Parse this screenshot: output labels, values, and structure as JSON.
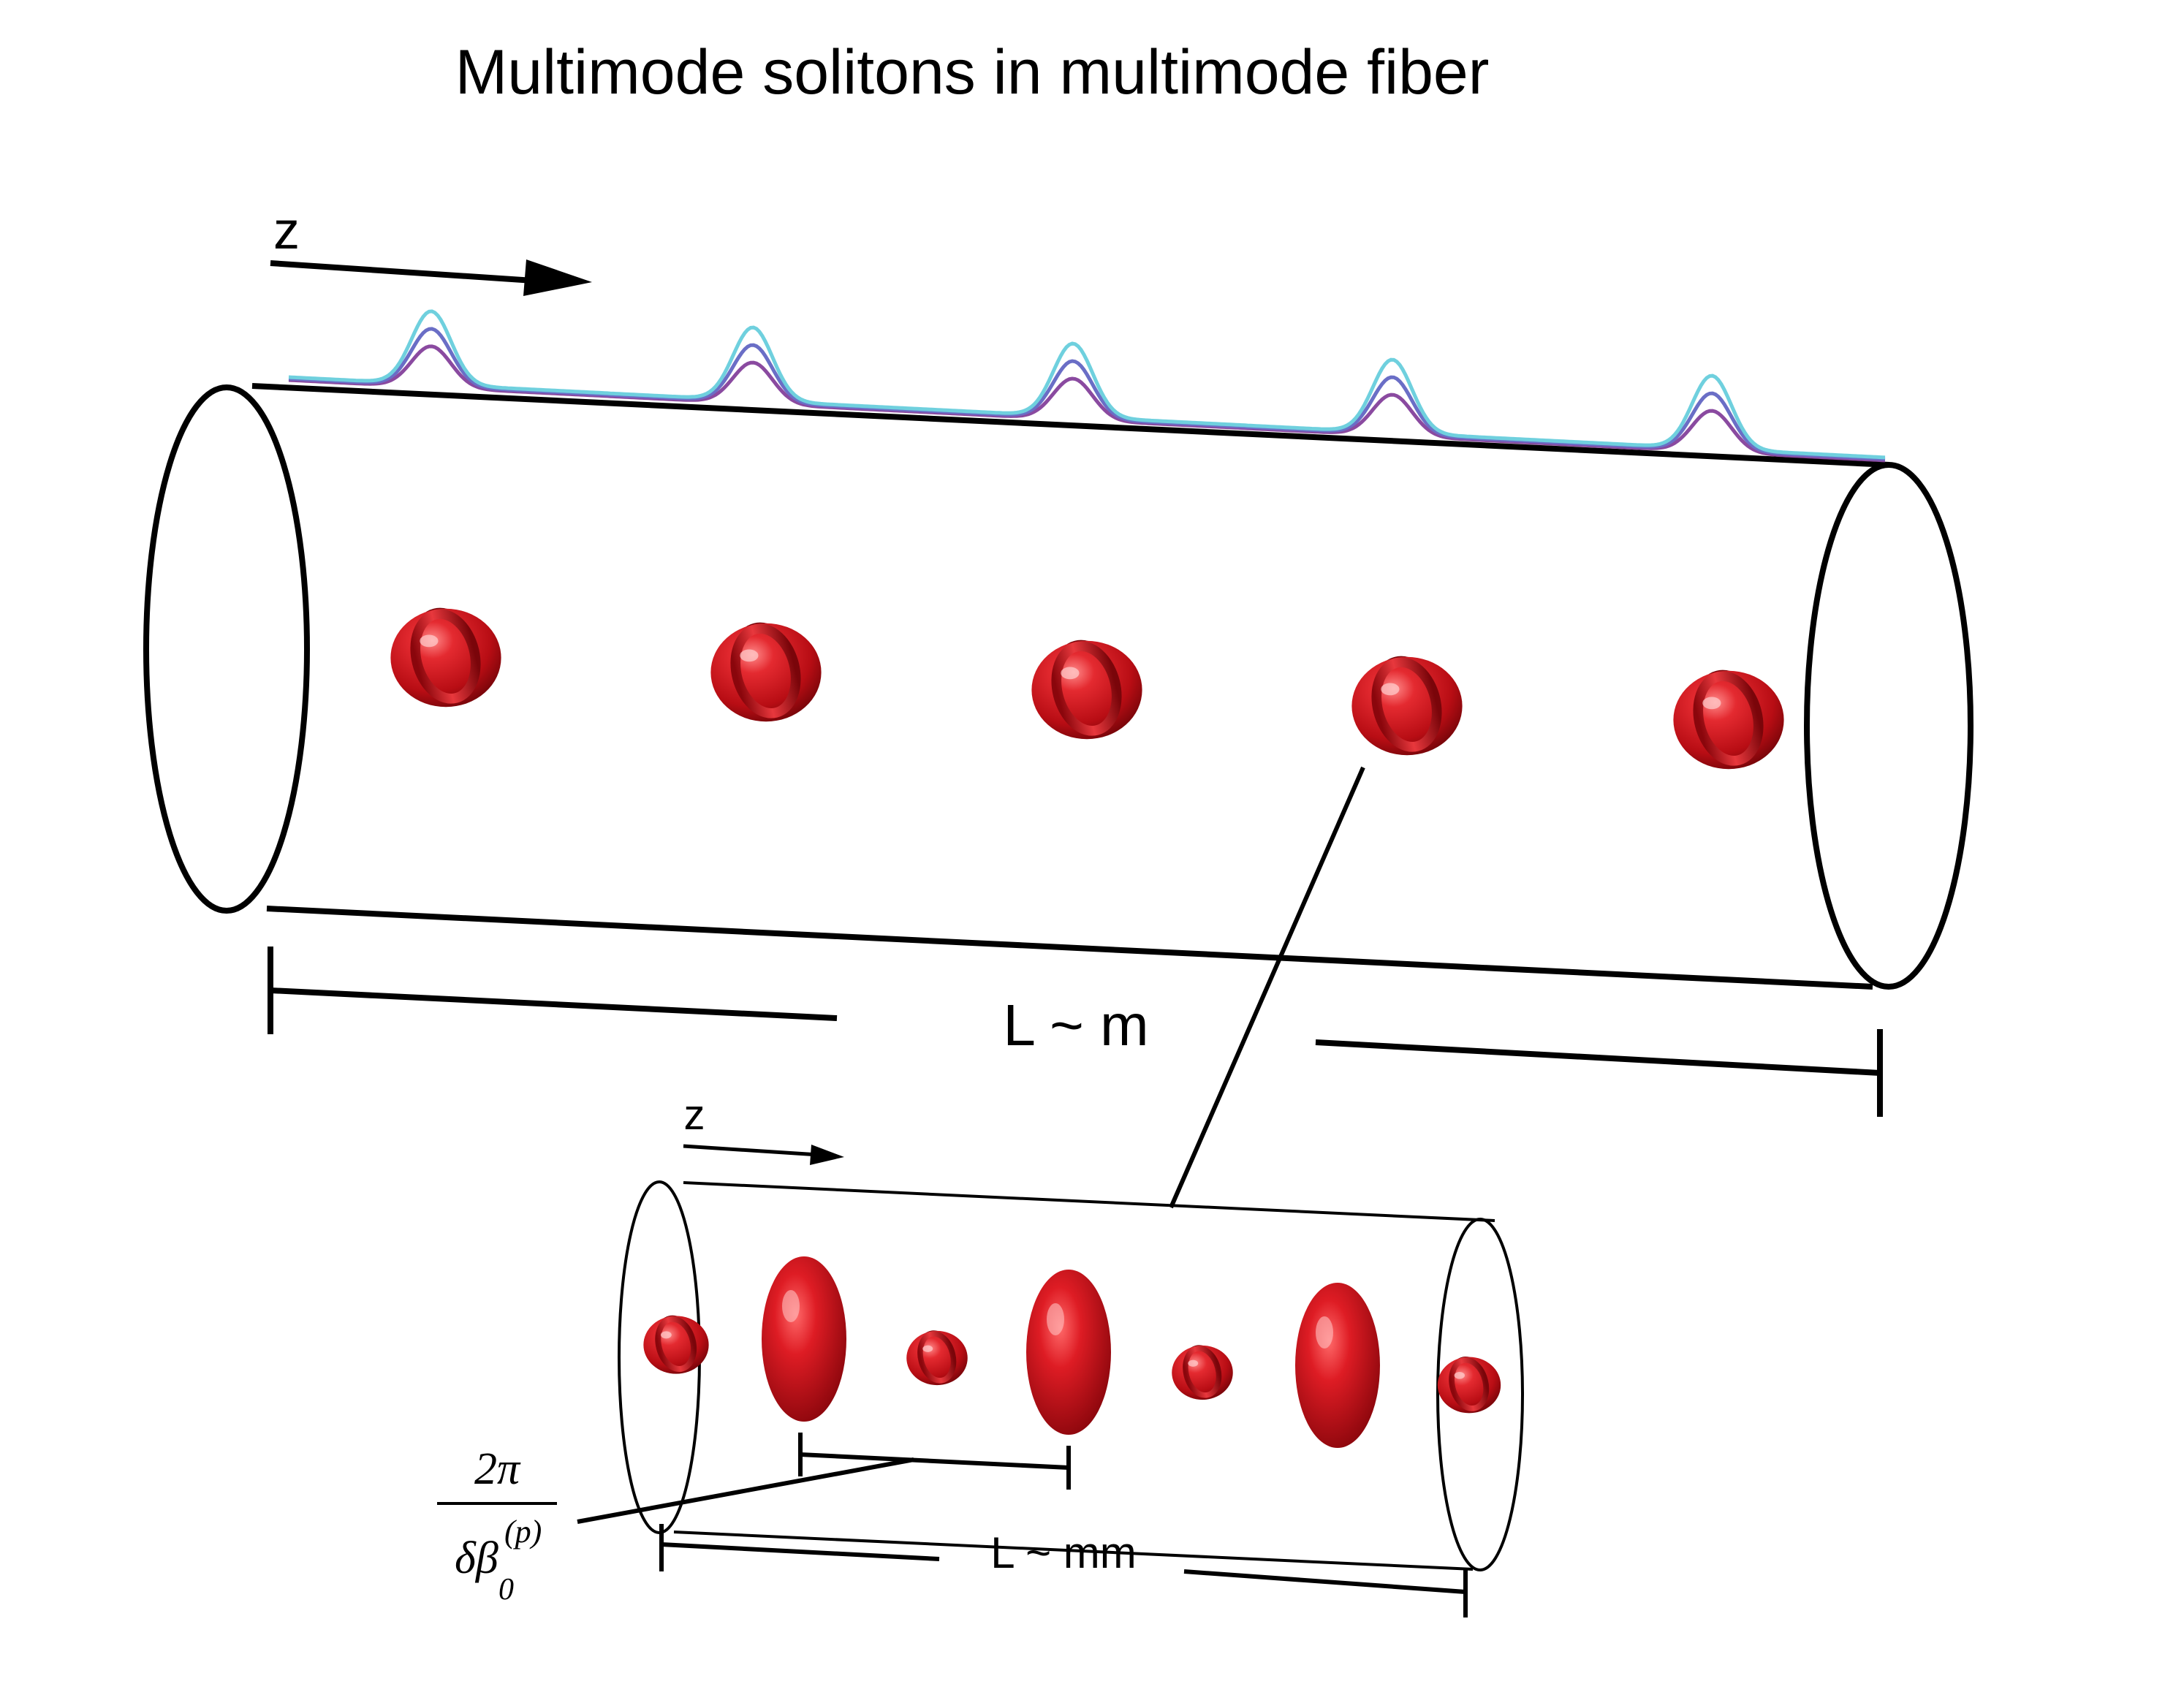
{
  "title": "Multimode solitons in multimode fiber",
  "upper_fiber": {
    "z_label": "z",
    "length_label": "L ~ m",
    "soliton_count": 5
  },
  "lower_fiber": {
    "z_label": "z",
    "length_label": "L ~ mm",
    "period_numerator": "2π",
    "period_denominator_base": "δβ",
    "period_denominator_sub": "0",
    "period_denominator_sup": "(p)"
  },
  "colors": {
    "outline": "#000000",
    "soliton_red": "#d0141c",
    "pulse_cyan": "#6fd0de",
    "pulse_blue": "#6a6ec6",
    "pulse_purple": "#8a4aa0"
  }
}
